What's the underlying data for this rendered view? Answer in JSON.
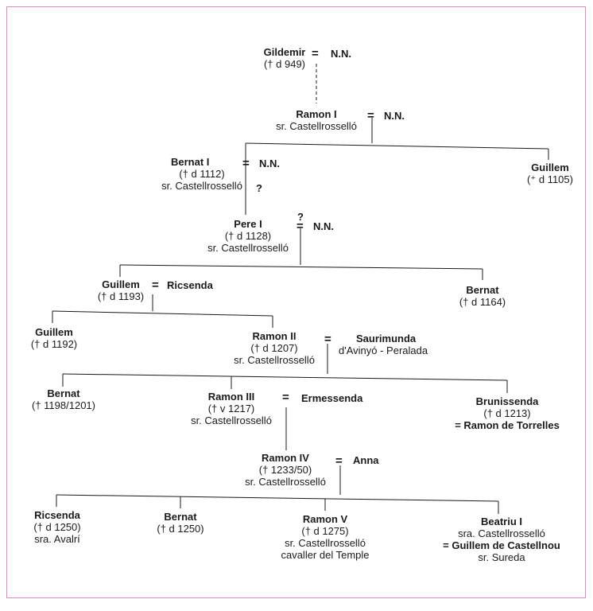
{
  "people": {
    "gildemir": {
      "name": "Gildemir",
      "l1": "(† d 949)"
    },
    "ramon1": {
      "name": "Ramon I",
      "l1": "sr. Castellrosselló"
    },
    "bernat1": {
      "name": "Bernat I",
      "l1": "(† d 1112)",
      "l2": "sr. Castellrosselló"
    },
    "guillem_1105": {
      "name": "Guillem",
      "l1": "(⁺ d 1105)"
    },
    "pere1": {
      "name": "Pere I",
      "l1": "(† d 1128)",
      "l2": "sr. Castellrosselló"
    },
    "guillem_1193": {
      "name": "Guillem",
      "l1": "(† d 1193)"
    },
    "bernat_1164": {
      "name": "Bernat",
      "l1": "(† d 1164)"
    },
    "guillem_1192": {
      "name": "Guillem",
      "l1": "(† d 1192)"
    },
    "ramon2": {
      "name": "Ramon II",
      "l1": "(† d 1207)",
      "l2": "sr. Castellrosselló"
    },
    "bernat_1198": {
      "name": "Bernat",
      "l1": "(† 1198/1201)"
    },
    "ramon3": {
      "name": "Ramon III",
      "l1": "(† v 1217)",
      "l2": "sr. Castellrosselló"
    },
    "brunissenda": {
      "name": "Brunissenda",
      "l1": "(† d 1213)",
      "l2": "= Ramon de Torrelles"
    },
    "ramon4": {
      "name": "Ramon IV",
      "l1": "(† 1233/50)",
      "l2": "sr. Castellrosselló"
    },
    "ricsenda_1250": {
      "name": "Ricsenda",
      "l1": "(† d 1250)",
      "l2": "sra. Avalrí"
    },
    "bernat_1250": {
      "name": "Bernat",
      "l1": "(† d 1250)"
    },
    "ramon5": {
      "name": "Ramon V",
      "l1": "(† d 1275)",
      "l2": "sr. Castellrosselló",
      "l3": "cavaller del Temple"
    },
    "beatriu1": {
      "name": "Beatriu I",
      "l1": "sra. Castellrosselló",
      "l2": "= Guillem de Castellnou",
      "l3": "sr. Sureda"
    }
  },
  "spouses": {
    "nn1": "N.N.",
    "nn2": "N.N.",
    "nn3": "N.N.",
    "nn4": "N.N.",
    "ricsenda": "Ricsenda",
    "saurimunda": "Saurimunda",
    "saurimunda_note": "d'Avinyó - Peralada",
    "ermessenda": "Ermessenda",
    "anna": "Anna"
  },
  "symbols": {
    "equals": "=",
    "question": "?"
  },
  "colors": {
    "frame": "#d98bbf",
    "line": "#1a1a1a"
  }
}
